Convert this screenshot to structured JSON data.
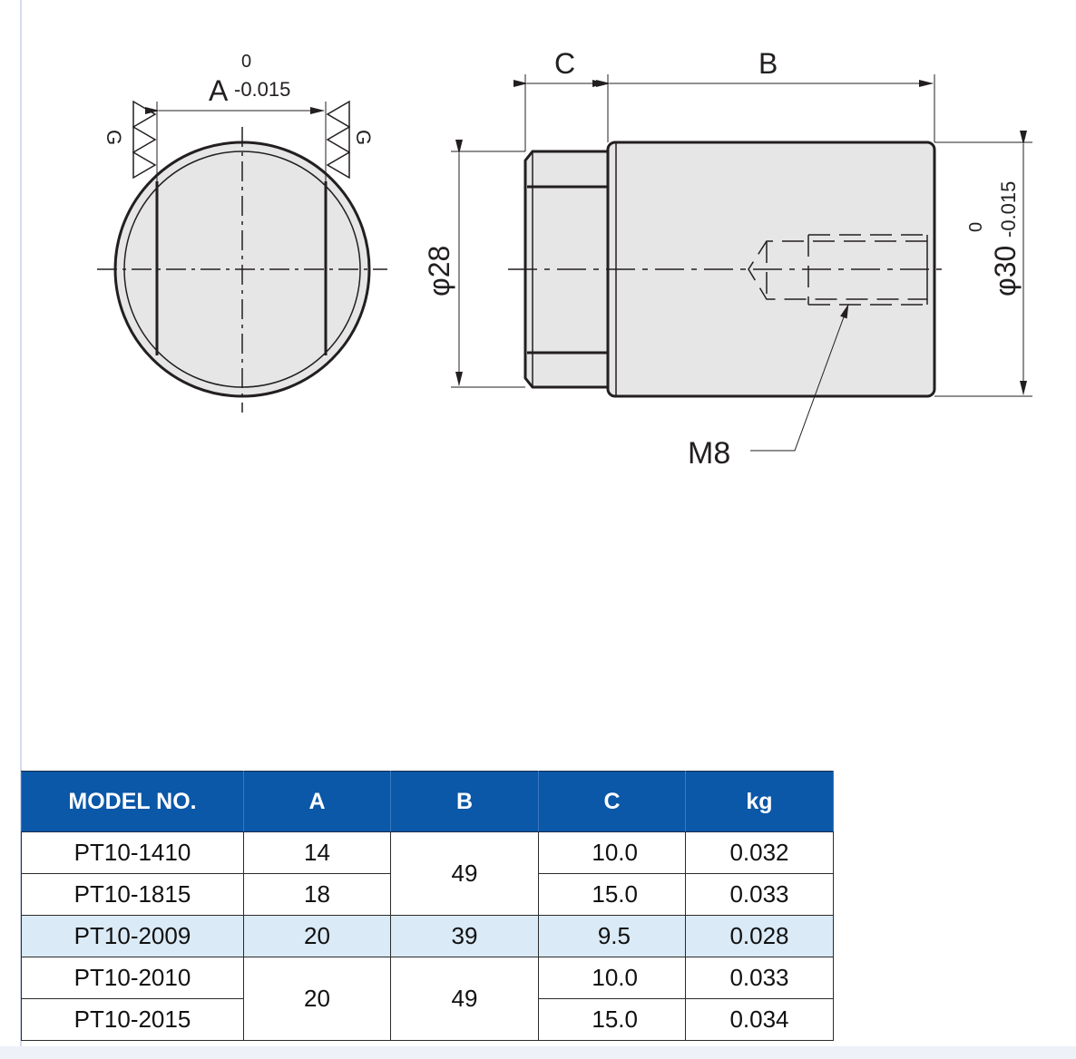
{
  "drawing": {
    "dim_a": "A",
    "dim_a_tol_upper": "0",
    "dim_a_tol_lower": "-0.015",
    "flat_mark_left": "G",
    "flat_mark_right": "G",
    "dim_c": "C",
    "dim_b": "B",
    "dia_small": "φ28",
    "dia_large": "φ30",
    "dia_large_tol_upper": "0",
    "dia_large_tol_lower": "-0.015",
    "thread": "M8",
    "colors": {
      "body_fill": "#e6e6e6",
      "line": "#231f20"
    }
  },
  "table": {
    "headers": [
      "MODEL NO.",
      "A",
      "B",
      "C",
      "kg"
    ],
    "rows": [
      {
        "model": "PT10-1410",
        "a": "14",
        "b": "49",
        "c": "10.0",
        "kg": "0.032"
      },
      {
        "model": "PT10-1815",
        "a": "18",
        "b": "49",
        "c": "15.0",
        "kg": "0.033"
      },
      {
        "model": "PT10-2009",
        "a": "20",
        "b": "39",
        "c": "9.5",
        "kg": "0.028"
      },
      {
        "model": "PT10-2010",
        "a": "20",
        "b": "49",
        "c": "10.0",
        "kg": "0.033"
      },
      {
        "model": "PT10-2015",
        "a": "20",
        "b": "49",
        "c": "15.0",
        "kg": "0.034"
      }
    ],
    "highlight_row": 2,
    "colors": {
      "header_bg": "#0b57a8",
      "highlight_bg": "#daeaf6"
    }
  }
}
